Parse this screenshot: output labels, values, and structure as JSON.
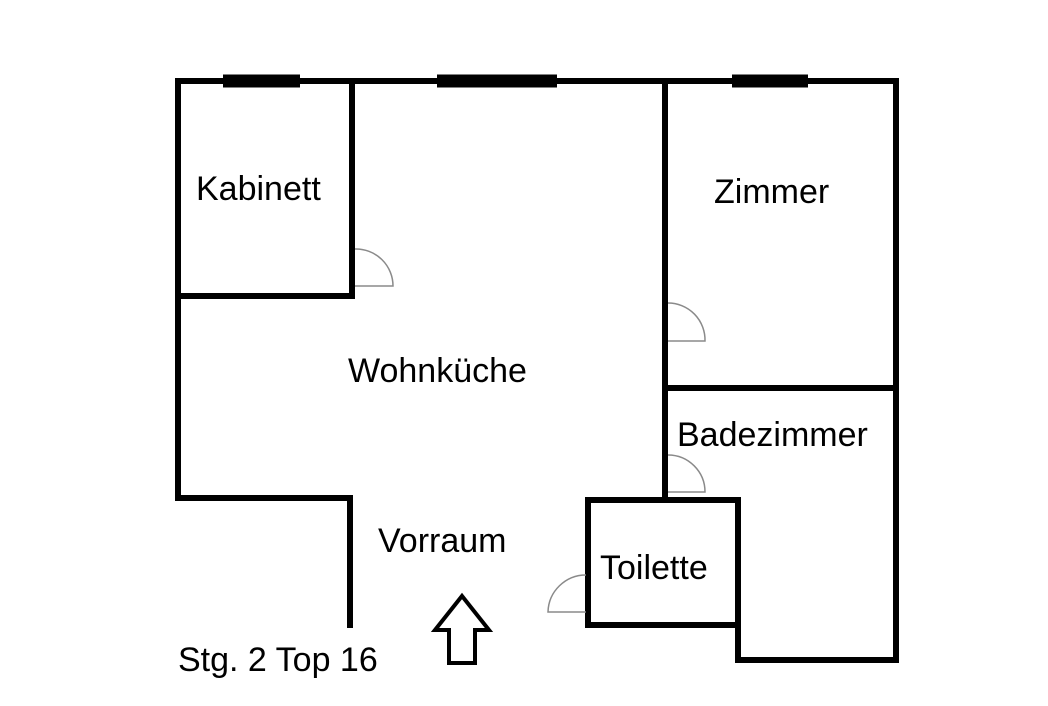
{
  "rooms": {
    "kabinett": "Kabinett",
    "zimmer": "Zimmer",
    "wohnkueche": "Wohnküche",
    "badezimmer": "Badezimmer",
    "vorraum": "Vorraum",
    "toilette": "Toilette"
  },
  "unit_label": "Stg. 2 Top 16",
  "colors": {
    "wall": "#000000",
    "door": "#8a8a8a",
    "background": "#ffffff"
  }
}
